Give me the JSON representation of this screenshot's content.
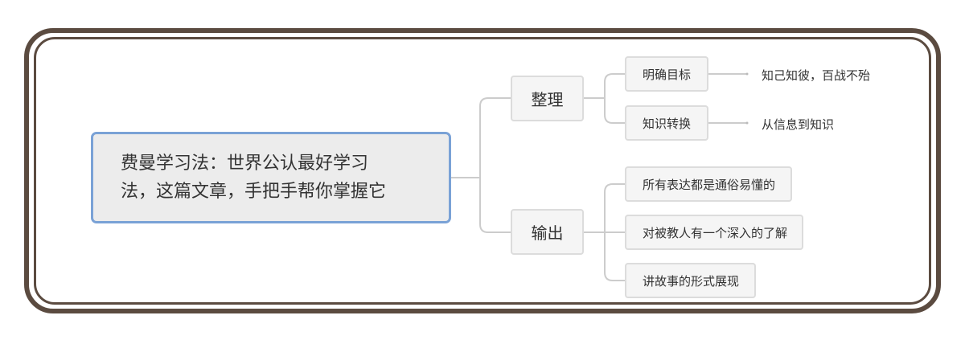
{
  "root": {
    "line1": "费曼学习法：世界公认最好学习",
    "line2": "法，这篇文章，手把手帮你掌握它"
  },
  "branches": [
    {
      "label": "整理",
      "children": [
        {
          "label": "明确目标",
          "child": "知己知彼，百战不殆"
        },
        {
          "label": "知识转换",
          "child": "从信息到知识"
        }
      ]
    },
    {
      "label": "输出",
      "children": [
        {
          "label": "所有表达都是通俗易懂的"
        },
        {
          "label": "对被教人有一个深入的了解"
        },
        {
          "label": "讲故事的形式展现"
        }
      ]
    }
  ],
  "colors": {
    "frame": "#5b4b40",
    "root_border": "#7aa2d6",
    "line": "#cccccc"
  }
}
